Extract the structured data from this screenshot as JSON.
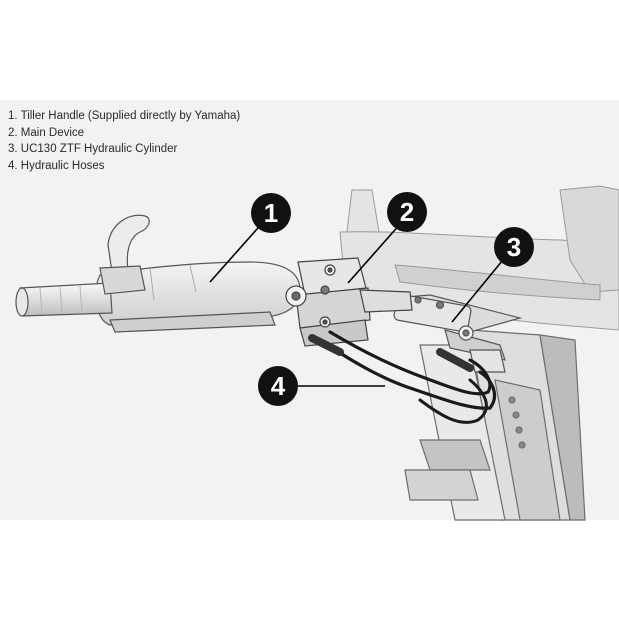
{
  "legend": {
    "items": [
      {
        "number": "1",
        "text": "Tiller Handle (Supplied directly by Yamaha)"
      },
      {
        "number": "2",
        "text": "Main Device"
      },
      {
        "number": "3",
        "text": "UC130 ZTF Hydraulic Cylinder"
      },
      {
        "number": "4",
        "text": "Hydraulic Hoses"
      }
    ]
  },
  "callouts": [
    {
      "label": "1",
      "target": "tiller-handle"
    },
    {
      "label": "2",
      "target": "main-device"
    },
    {
      "label": "3",
      "target": "hydraulic-cylinder"
    },
    {
      "label": "4",
      "target": "hydraulic-hoses"
    }
  ],
  "colors": {
    "panel_background": "#f2f2f2",
    "line_art": "#555555",
    "callout_fill": "#111111",
    "callout_text": "#ffffff",
    "hose": "#1a1a1a"
  }
}
